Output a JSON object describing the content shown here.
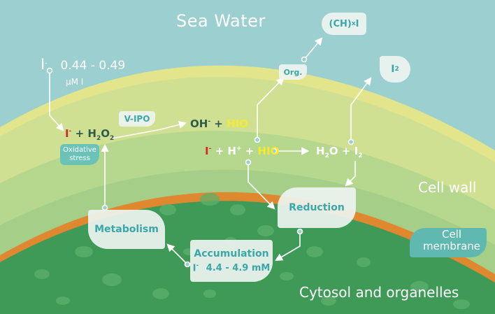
{
  "regions": {
    "sea_water": "Sea Water",
    "cell_wall": "Cell wall",
    "cell_membrane": "Cell membrane",
    "cytosol": "Cytosol and organelles"
  },
  "iodide_seawater": {
    "symbol": "I",
    "charge": "-",
    "range": "0.44 - 0.49",
    "unit": "µM I"
  },
  "reaction1": {
    "iodide": "I",
    "charge": "-",
    "plus": "+",
    "h2o2": "H",
    "sub2a": "2",
    "o": "O",
    "sub2b": "2"
  },
  "oxidative_stress": "Oxidative stress",
  "enzyme": "V-IPO",
  "products1": {
    "oh": "OH",
    "charge": "-",
    "plus": "+",
    "hio": "HIO"
  },
  "reaction2": {
    "iodide": "I",
    "charge": "-",
    "plus1": "+",
    "h": "H",
    "hcharge": "+",
    "plus2": "+",
    "hio": "HIO"
  },
  "products2": {
    "h": "H",
    "sub2": "2",
    "o": "O",
    "plus": "+",
    "i": "I",
    "isub": "2"
  },
  "org_label": "Org.",
  "organic_product": {
    "ch": "(CH)",
    "sub": "x",
    "i": "I"
  },
  "iodine_product": {
    "i": "I",
    "sub": "2"
  },
  "reduction": "Reduction",
  "metabolism": "Metabolism",
  "accumulation": {
    "title": "Accumulation",
    "symbol": "I",
    "charge": "-",
    "range": "4.4 - 4.9 mM"
  },
  "colors": {
    "sea": "#9ccfcf",
    "wall_outer": "#e3e58c",
    "wall_mid": "#c3dc92",
    "wall_inner": "#a8d088",
    "membrane": "#e0882f",
    "cytosol": "#3f9a57",
    "red": "#d02a2a",
    "yellow": "#f5ea2e",
    "teal_text": "#3aa7a9"
  }
}
